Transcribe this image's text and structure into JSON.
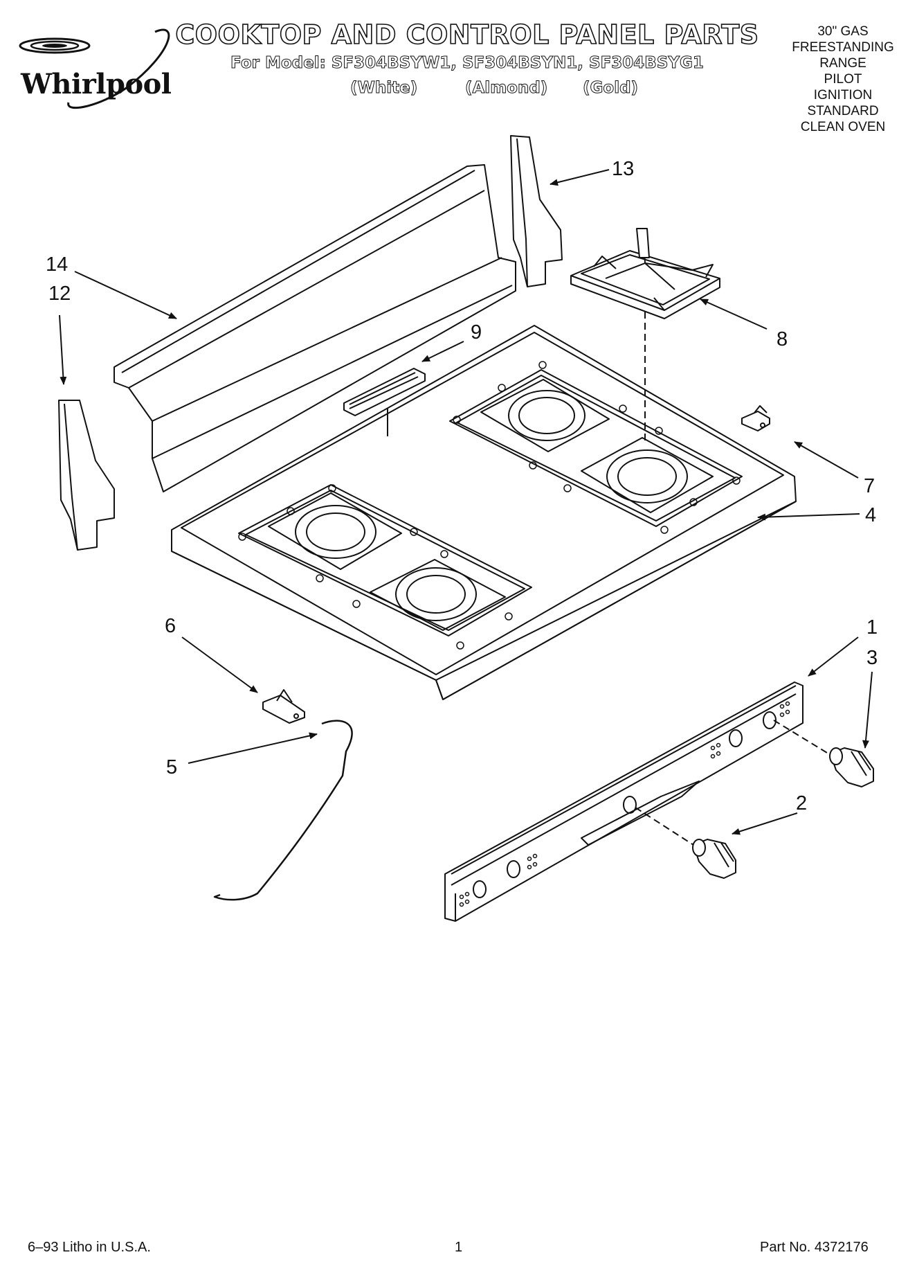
{
  "brand": {
    "logo_text": "Whirlpool"
  },
  "header": {
    "title": "COOKTOP AND CONTROL PANEL PARTS",
    "models": "For Model: SF304BSYW1, SF304BSYN1, SF304BSYG1",
    "colors": [
      "(White)",
      "(Almond)",
      "(Gold)"
    ]
  },
  "spec": [
    "30\" GAS",
    "FREESTANDING",
    "RANGE",
    "PILOT",
    "IGNITION",
    "STANDARD",
    "CLEAN OVEN"
  ],
  "callouts": {
    "c1": "1",
    "c2": "2",
    "c3": "3",
    "c4": "4",
    "c5": "5",
    "c6": "6",
    "c7": "7",
    "c8": "8",
    "c9": "9",
    "c12": "12",
    "c13": "13",
    "c14": "14"
  },
  "footer": {
    "printed": "6–93  Litho in U.S.A.",
    "page": "1",
    "part_no": "Part No. 4372176"
  }
}
